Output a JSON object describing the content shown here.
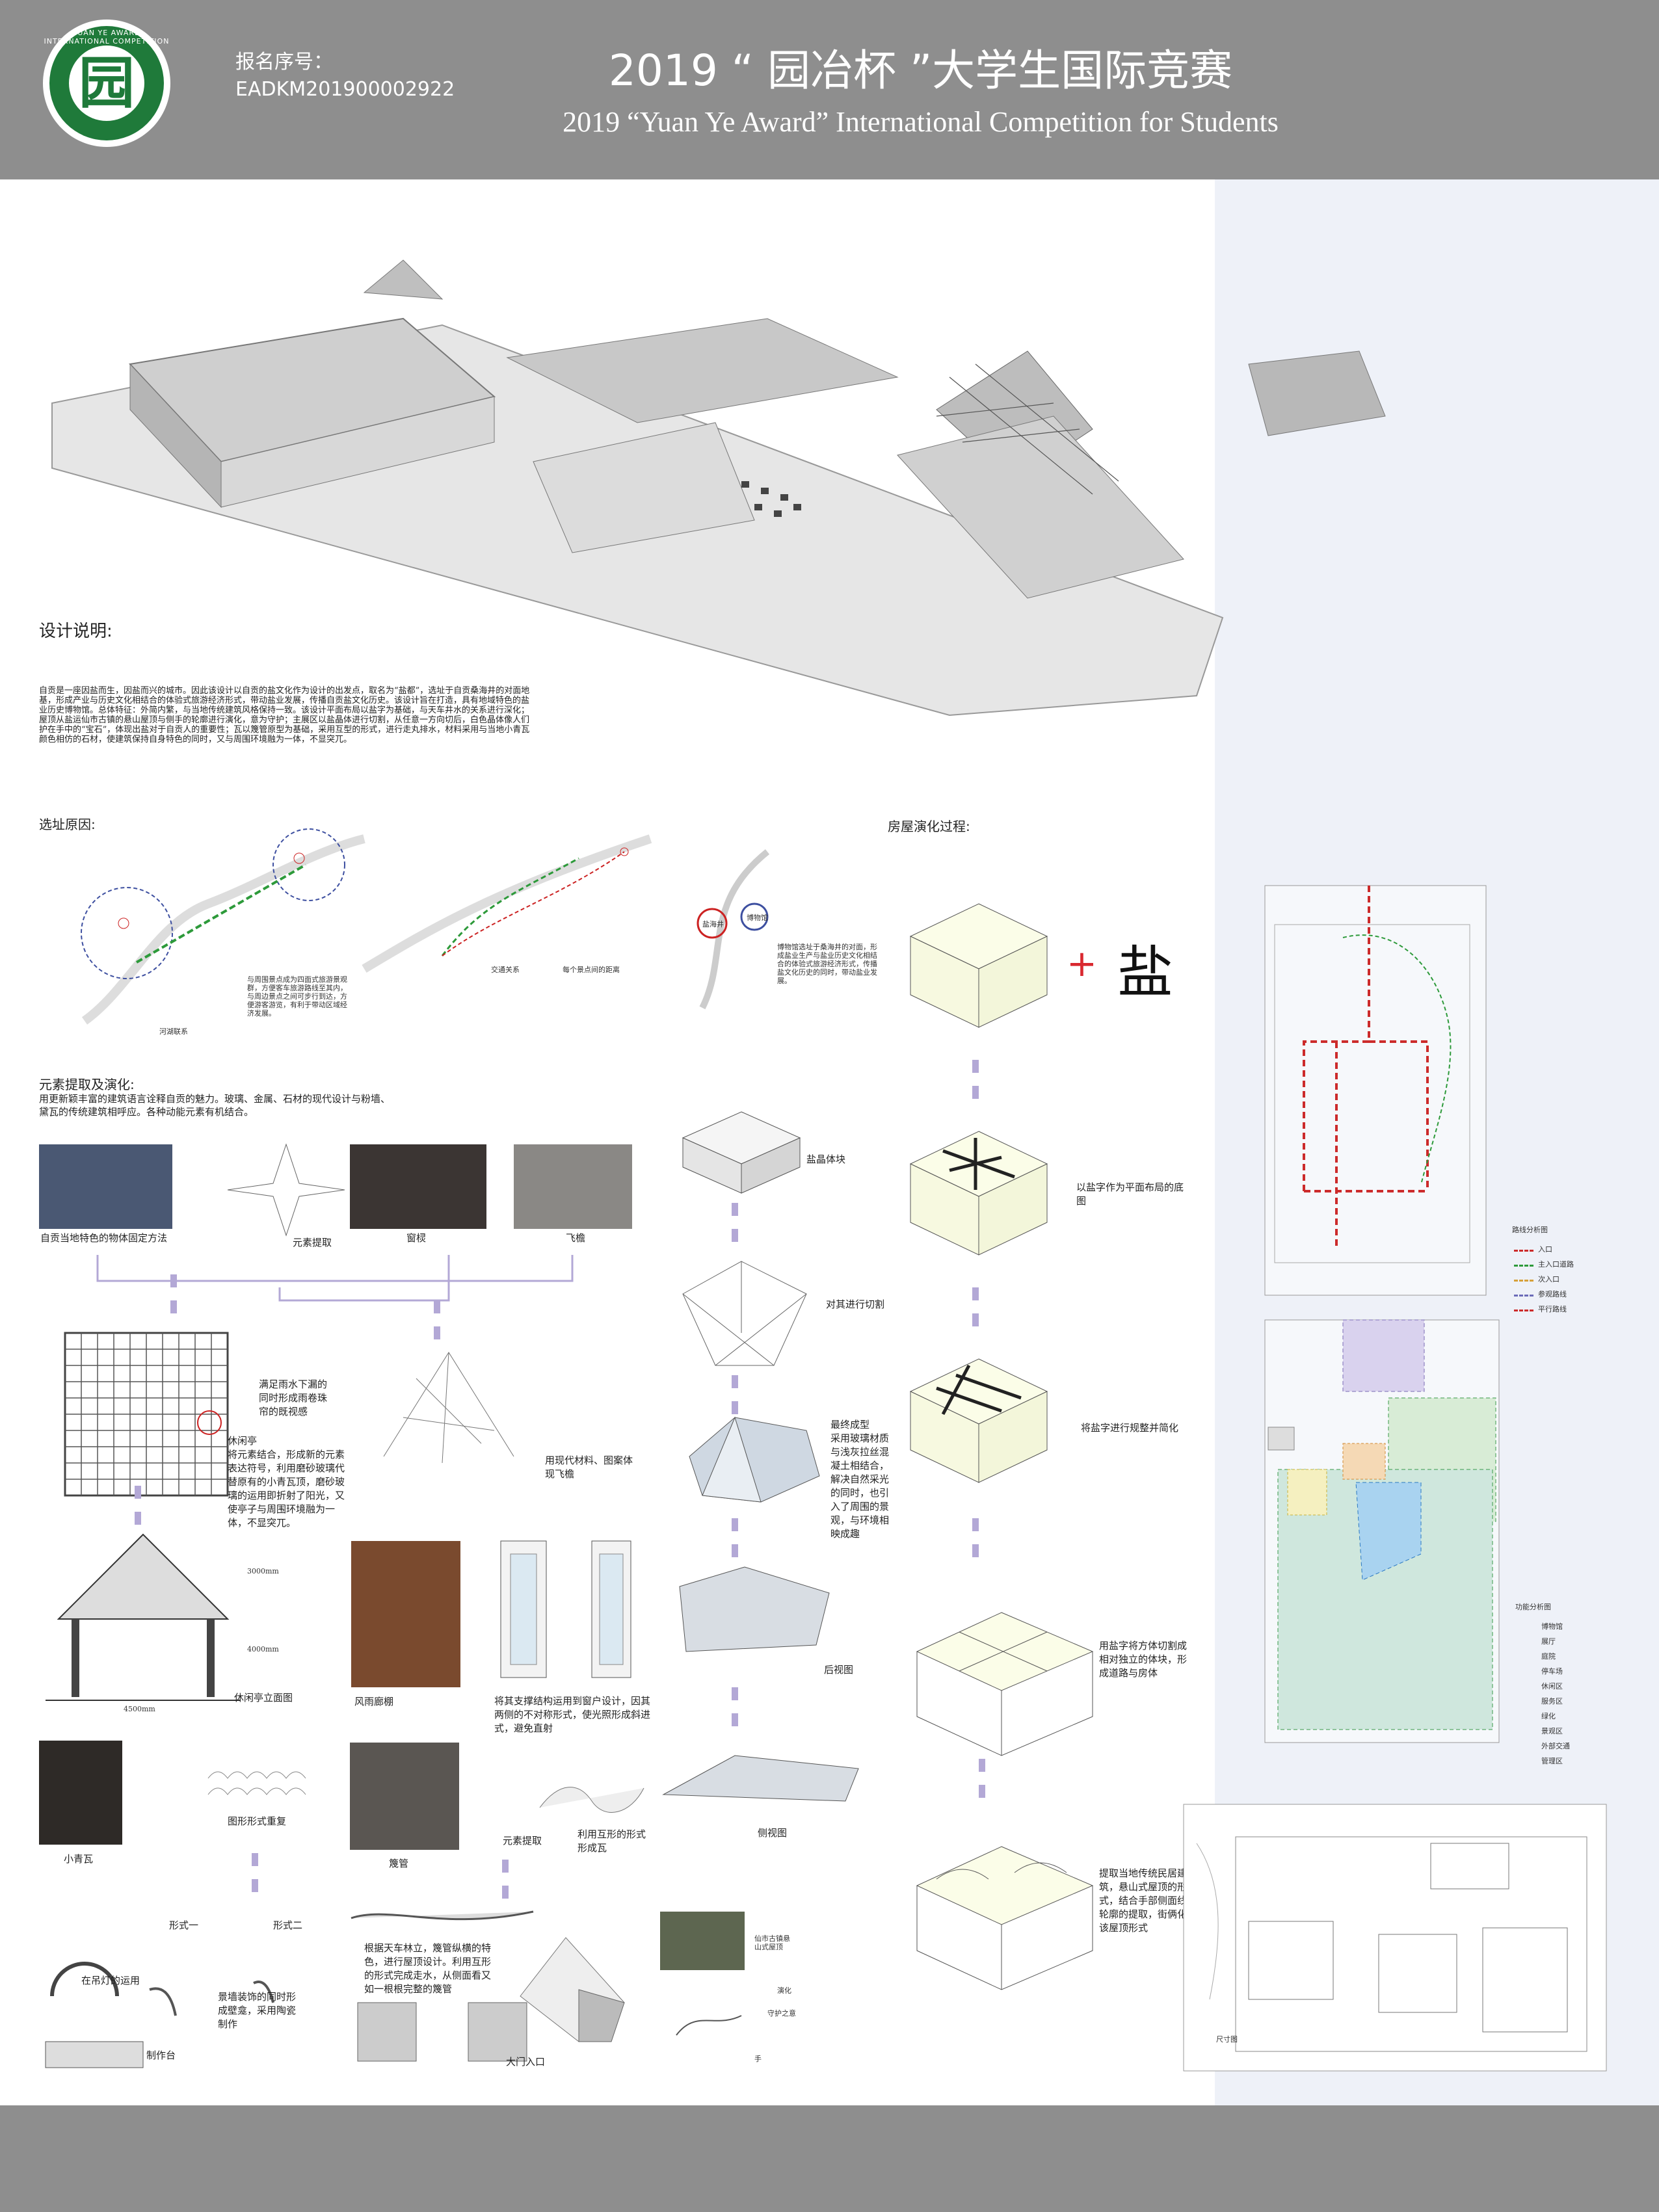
{
  "header": {
    "logo_text": "园",
    "logo_ring_text": "YUAN YE AWARD INTERNATIONAL COMPETITION",
    "reg_label": "报名序号：",
    "reg_number": "EADKM201900002922",
    "title_cn": "2019 “ 园冶杯 ”大学生国际竞赛",
    "title_en": "2019 “Yuan Ye Award” International Competition for  Students"
  },
  "design_notes": {
    "heading": "设计说明:",
    "body": "自贡是一座因盐而生，因盐而兴的城市。因此该设计以自贡的盐文化作为设计的出发点，取名为“盐都”，选址于自贡桑海井的对面地基，形成产业与历史文化相结合的体验式旅游经济形式，带动盐业发展，传播自贡盐文化历史。该设计旨在打造，具有地域特色的盐业历史博物馆。总体特征：外简内繁，与当地传统建筑风格保持一致。该设计平面布局以盐字为基础，与天车井水的关系进行深化；屋顶从盐运仙市古镇的悬山屋顶与侧手的轮廓进行演化，意为守护；主展区以盐晶体进行切割，从任意一方向切后，白色晶体像人们护在手中的“宝石”，体现出盐对于自贡人的重要性；瓦以篾管原型为基础，采用互型的形式，进行走丸排水，材料采用与当地小青瓦颜色相仿的石材，使建筑保持自身特色的同时，又与周围环境融为一体，不显突兀。"
  },
  "site": {
    "heading": "选址原因:",
    "map1_label": "河湖联系",
    "map1_note": "与周围景点成为四面式旅游景观群，方便客车旅游路线至其内，与周边景点之间可步行到达，方便游客游览，有利于带动区域经济发展。",
    "map2_label": "交通关系",
    "map2_note": "每个景点间的距离",
    "map3_tag1": "盐海井",
    "map3_tag2": "博物馆",
    "map3_note": "博物馆选址于桑海井的对面，形成盐业生产与盐业历史文化相结合的体验式旅游经济形式，传播盐文化历史的同时，带动盐业发展。"
  },
  "elements": {
    "heading": "元素提取及演化:",
    "intro": "用更新颖丰富的建筑语言诠释自贡的魅力。玻璃、金属、石材的现代设计与粉墙、黛瓦的传统建筑相呼应。各种动能元素有机结合。",
    "photo1_label": "自贡当地特色的物体固定方法",
    "extract_label": "元素提取",
    "photo2_label": "窗棂",
    "photo3_label": "飞檐",
    "pavilion_note1": "满足雨水下漏的同时形成雨卷珠帘的既视感",
    "pavilion_note2": "休闲亭\n将元素结合，形成新的元素表达符号，利用磨砂玻璃代替原有的小青瓦顶，磨砂玻璃的运用即折射了阳光，又使亭子与周围环境融为一体，不显突兀。",
    "eave_note": "用现代材料、图案体现飞檐",
    "elev_dim1": "3000mm",
    "elev_dim2": "4000mm",
    "elev_dim3": "4500mm",
    "elev_label": "休闲亭立面图",
    "wind_label": "风雨廊棚",
    "wind_note": "将其支撑结构运用到窗户设计，因其两侧的不对称形式，使光照形成斜进式，避免直射",
    "tile_label": "小青瓦",
    "pattern_label": "图形形式重复",
    "pipe_label": "篾管",
    "pipe_extract": "元素提取",
    "pipe_roof": "利用互形的形式形成瓦",
    "form1": "形式一",
    "form2": "形式二",
    "lamp_label": "在吊灯的运用",
    "wall_label": "景墙装饰的同时形成壁龛，采用陶瓷制作",
    "table_label": "制作台",
    "roof_note": "根据天车林立，篾管纵横的特色，进行屋顶设计。利用互形的形式完成走水，从侧面看又如一根根完整的篾管",
    "gate_label": "大门入口",
    "town_label": "仙市古镇悬山式屋顶",
    "evolve_label": "演化",
    "guard_label": "守护之意",
    "hand_label": "手"
  },
  "crystal": {
    "label1": "盐晶体块",
    "label2": "对其进行切割",
    "label3": "最终成型\n采用玻璃材质与浅灰拉丝混凝土相结合，解决自然采光的同时，也引入了周围的景观，与环境相映成趣",
    "label4": "后视图",
    "label5": "侧视图"
  },
  "house": {
    "heading": "房屋演化过程:",
    "plus": "+",
    "glyph": "盐",
    "step1": "以盐字作为平面布局的底图",
    "step2": "将盐字进行规整并简化",
    "step3": "用盐字将方体切割成相对独立的体块，形成道路与房体",
    "step4": "提取当地传统民居建筑，悬山式屋顶的形式，结合手部侧面线型轮廓的提取，街俩化出该屋顶形式"
  },
  "plans": {
    "plan1_legend_title": "路线分析图",
    "plan1_legend": [
      "入口",
      "主入口道路",
      "次入口",
      "参观路线",
      "平行路线"
    ],
    "plan2_legend_title": "功能分析图",
    "plan2_legend": [
      "博物馆",
      "展厅",
      "庭院",
      "停车场",
      "休闲区",
      "服务区",
      "绿化",
      "景观区",
      "外部交通",
      "管理区"
    ],
    "plan3_label": "尺寸图"
  },
  "colors": {
    "header_gray": "#8e8e8e",
    "logo_green": "#1f7a3a",
    "route_red": "#cc2b2b",
    "arrow_purple": "#b3a8d6",
    "band_blue": "#eef1f8"
  }
}
